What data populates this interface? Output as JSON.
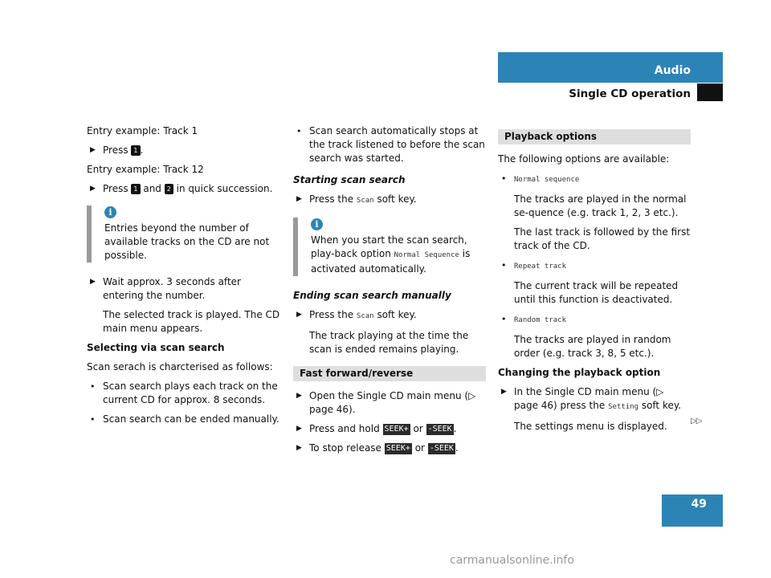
{
  "header": {
    "title": "Audio",
    "subtitle": "Single CD operation"
  },
  "page_number": "49",
  "col1": {
    "entry1": "Entry example: Track 1",
    "step1_pre": "Press",
    "step1_key": "1",
    "step1_post": ".",
    "entry2": "Entry example: Track 12",
    "step2_pre": "Press",
    "step2_key1": "1",
    "step2_mid": "and",
    "step2_key2": "2",
    "step2_post": "in quick succession.",
    "note_text": "Entries beyond the number of available tracks on the CD are not possible.",
    "step3": "Wait approx. 3 seconds after entering the number.",
    "step3_result": "The selected track is played. The CD main menu appears.",
    "heading_scan": "Selecting via scan search",
    "scan_intro": "Scan serach is charcterised as follows:",
    "bullets": [
      "Scan search plays each track on the current CD for approx. 8 seconds.",
      "Scan search can be ended manually."
    ]
  },
  "col2": {
    "bullet_auto": "Scan search automatically stops at the track listened to before the scan search was started.",
    "heading_start": "Starting scan search",
    "start_pre": "Press the",
    "start_soft": "Scan",
    "start_post": "soft key.",
    "note_pre": "When you start the scan search, play-back option",
    "note_soft": "Normal Sequence",
    "note_post": "is activated automatically.",
    "heading_end": "Ending scan search manually",
    "end_pre": "Press the",
    "end_soft": "Scan",
    "end_post": "soft key.",
    "end_result": "The track playing at the time the scan is ended remains playing.",
    "section_ff": "Fast forward/reverse",
    "ff_step1": "Open the Single CD main menu (▷ page 46).",
    "ff_step2_pre": "Press and hold",
    "seek_fwd": "SEEK+",
    "or": "or",
    "seek_back": "-SEEK",
    "ff_step3_pre": "To stop release",
    "period": "."
  },
  "col3": {
    "section_playback": "Playback options",
    "intro": "The following options are available:",
    "opt1_name": "Normal sequence",
    "opt1_desc1": "The tracks are played in the normal se-quence (e.g. track 1, 2, 3 etc.).",
    "opt1_desc2": "The last track is followed by the first track of the CD.",
    "opt2_name": "Repeat track",
    "opt2_desc": "The current track will be repeated until this function is deactivated.",
    "opt3_name": "Random track",
    "opt3_desc": "The tracks are played in random order (e.g. track 3, 8, 5 etc.).",
    "heading_change": "Changing the playback option",
    "change_pre": "In the Single CD main menu (▷ page 46) press the",
    "change_soft": "Setting",
    "change_post": "soft key.",
    "change_result": "The settings menu is displayed.",
    "continue_mark": "▷▷"
  },
  "watermark": "carmanualsonline.info"
}
